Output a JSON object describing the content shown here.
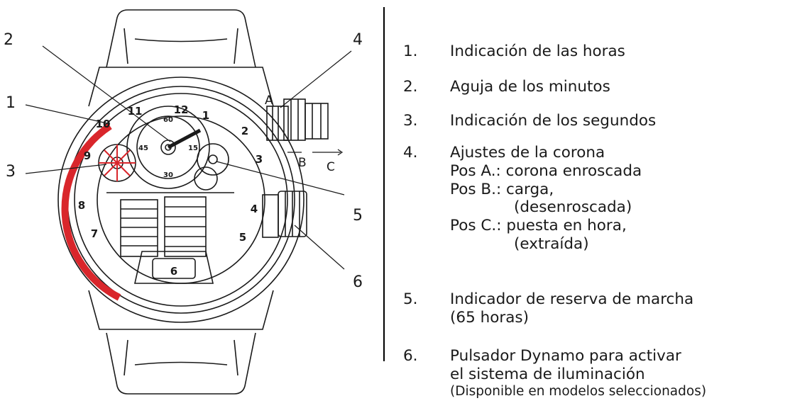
{
  "callouts": [
    "1",
    "2",
    "3",
    "4",
    "5",
    "6"
  ],
  "dial_numerals": [
    "12",
    "1",
    "2",
    "3",
    "4",
    "5",
    "6",
    "7",
    "8",
    "9",
    "10",
    "11"
  ],
  "subdial_labels": [
    "60",
    "15",
    "30",
    "45"
  ],
  "crown_positions": [
    "A",
    "B",
    "C"
  ],
  "legend": [
    {
      "num": "1.",
      "text": "Indicación de las horas"
    },
    {
      "num": "2.",
      "text": "Aguja de los minutos"
    },
    {
      "num": "3.",
      "text": "Indicación de los segundos"
    },
    {
      "num": "4.",
      "text": "Ajustes de la corona",
      "sub": [
        "Pos A.: corona enroscada",
        "Pos B.: carga,",
        "(desenroscada)",
        "Pos C.: puesta en hora,",
        "(extraída)"
      ]
    },
    {
      "num": "5.",
      "lines": [
        "Indicador de reserva de marcha",
        "(65 horas)"
      ]
    },
    {
      "num": "6.",
      "lines": [
        "Pulsador Dynamo para activar",
        "el sistema de iluminación"
      ],
      "note": "(Disponible en modelos seleccionados)"
    }
  ],
  "colors": {
    "accent_red": "#d9262b",
    "line": "#1a1a1a"
  }
}
